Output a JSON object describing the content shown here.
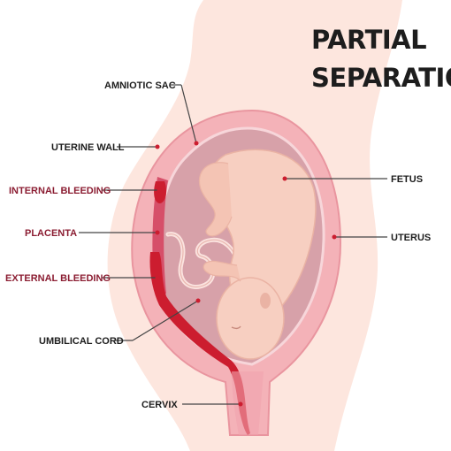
{
  "title": {
    "line1": "PARTIAL",
    "line2": "SEPARATION"
  },
  "labels": {
    "amniotic_sac": "AMNIOTIC SAC",
    "uterine_wall": "UTERINE WALL",
    "internal_bleeding": "INTERNAL BLEEDING",
    "placenta": "PLACENTA",
    "external_bleeding": "EXTERNAL BLEEDING",
    "umbilical_cord": "UMBILICAL CORD",
    "cervix": "CERVIX",
    "fetus": "FETUS",
    "uterus": "UTERUS"
  },
  "colors": {
    "skin": "#fde6de",
    "uterine_wall": "#f2a6ae",
    "sac_fluid": "#d9a6ad",
    "fetus": "#f7cfc1",
    "fetus_shadow": "#eab3a4",
    "blood": "#cc1d2f",
    "placenta": "#d64f69",
    "highlight_label": "#8b1d32",
    "dark_label": "#1d1d1d",
    "leader_line": "#444444"
  }
}
